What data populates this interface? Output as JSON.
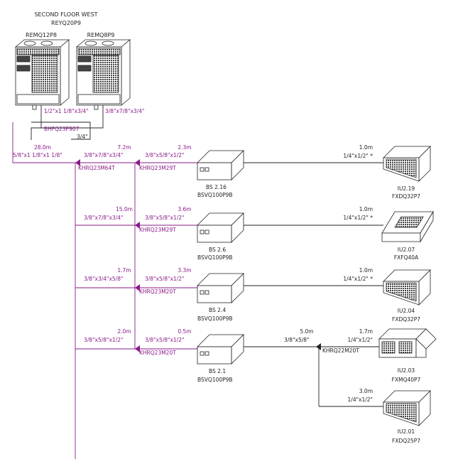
{
  "header": {
    "title": "SECOND FLOOR WEST",
    "system_model": "REYQ20P9",
    "unit_left": "REMQ12P8",
    "unit_right": "REMQ8P9"
  },
  "outdoor": {
    "pipe_left": "1/2\"x1 1/8\"x3/4\"",
    "pipe_right": "3/8\"x7/8\"x3/4\"",
    "joint": "BHFQ23P907",
    "liquid_note": "3/4\""
  },
  "main": {
    "length": "28.0m",
    "size": "5/8\"x1 1/8\"x1 1/8\"",
    "refnet": "KHRQ23M64T"
  },
  "sub_main": {
    "length": "7.2m",
    "size": "3/8\"x7/8\"x3/4\""
  },
  "branches": [
    {
      "riser_len": "",
      "riser_size": "",
      "bs_len": "2.3m",
      "bs_size": "3/8\"x5/8\"x1/2\"",
      "refnet": "KHRQ23M29T",
      "bs_name": "BS 2.16",
      "bs_model": "BSVQ100P9B",
      "iu_len": "1.0m",
      "iu_size": "1/4\"x1/2\" *",
      "iu_name": "IU2.19",
      "iu_model": "FXDQ32P7"
    },
    {
      "riser_len": "15.0m",
      "riser_size": "3/8\"x7/8\"x3/4\"",
      "bs_len": "3.6m",
      "bs_size": "3/8\"x5/8\"x1/2\"",
      "refnet": "KHRQ23M29T",
      "bs_name": "BS 2.6",
      "bs_model": "BSVQ100P9B",
      "iu_len": "1.0m",
      "iu_size": "1/4\"x1/2\" *",
      "iu_name": "IU2.07",
      "iu_model": "FXFQ40A"
    },
    {
      "riser_len": "1.7m",
      "riser_size": "3/8\"x3/4\"x5/8\"",
      "bs_len": "3.3m",
      "bs_size": "3/8\"x5/8\"x1/2\"",
      "refnet": "KHRQ23M20T",
      "bs_name": "BS 2.4",
      "bs_model": "BSVQ100P9B",
      "iu_len": "1.0m",
      "iu_size": "1/4\"x1/2\" *",
      "iu_name": "IU2.04",
      "iu_model": "FXDQ32P7"
    },
    {
      "riser_len": "2.0m",
      "riser_size": "3/8\"x5/8\"x1/2\"",
      "bs_len": "0.5m",
      "bs_size": "3/8\"x5/8\"x1/2\"",
      "refnet": "KHRQ23M20T",
      "bs_name": "BS 2.1",
      "bs_model": "BSVQ100P9B"
    }
  ],
  "last_branch": {
    "trunk_len": "5.0m",
    "trunk_size": "3/8\"x5/8\"",
    "refnet": "KHRQ22M20T",
    "units": [
      {
        "len": "1.7m",
        "size": "1/4\"x1/2\"",
        "name": "IU2.03",
        "model": "FXMQ40P7"
      },
      {
        "len": "3.0m",
        "size": "1/4\"x1/2\"",
        "name": "IU2.01",
        "model": "FXDQ25P7"
      }
    ]
  },
  "colors": {
    "line_black": "#222222",
    "line_purple": "#8a1a8a",
    "unit_fill": "#ffffff"
  }
}
